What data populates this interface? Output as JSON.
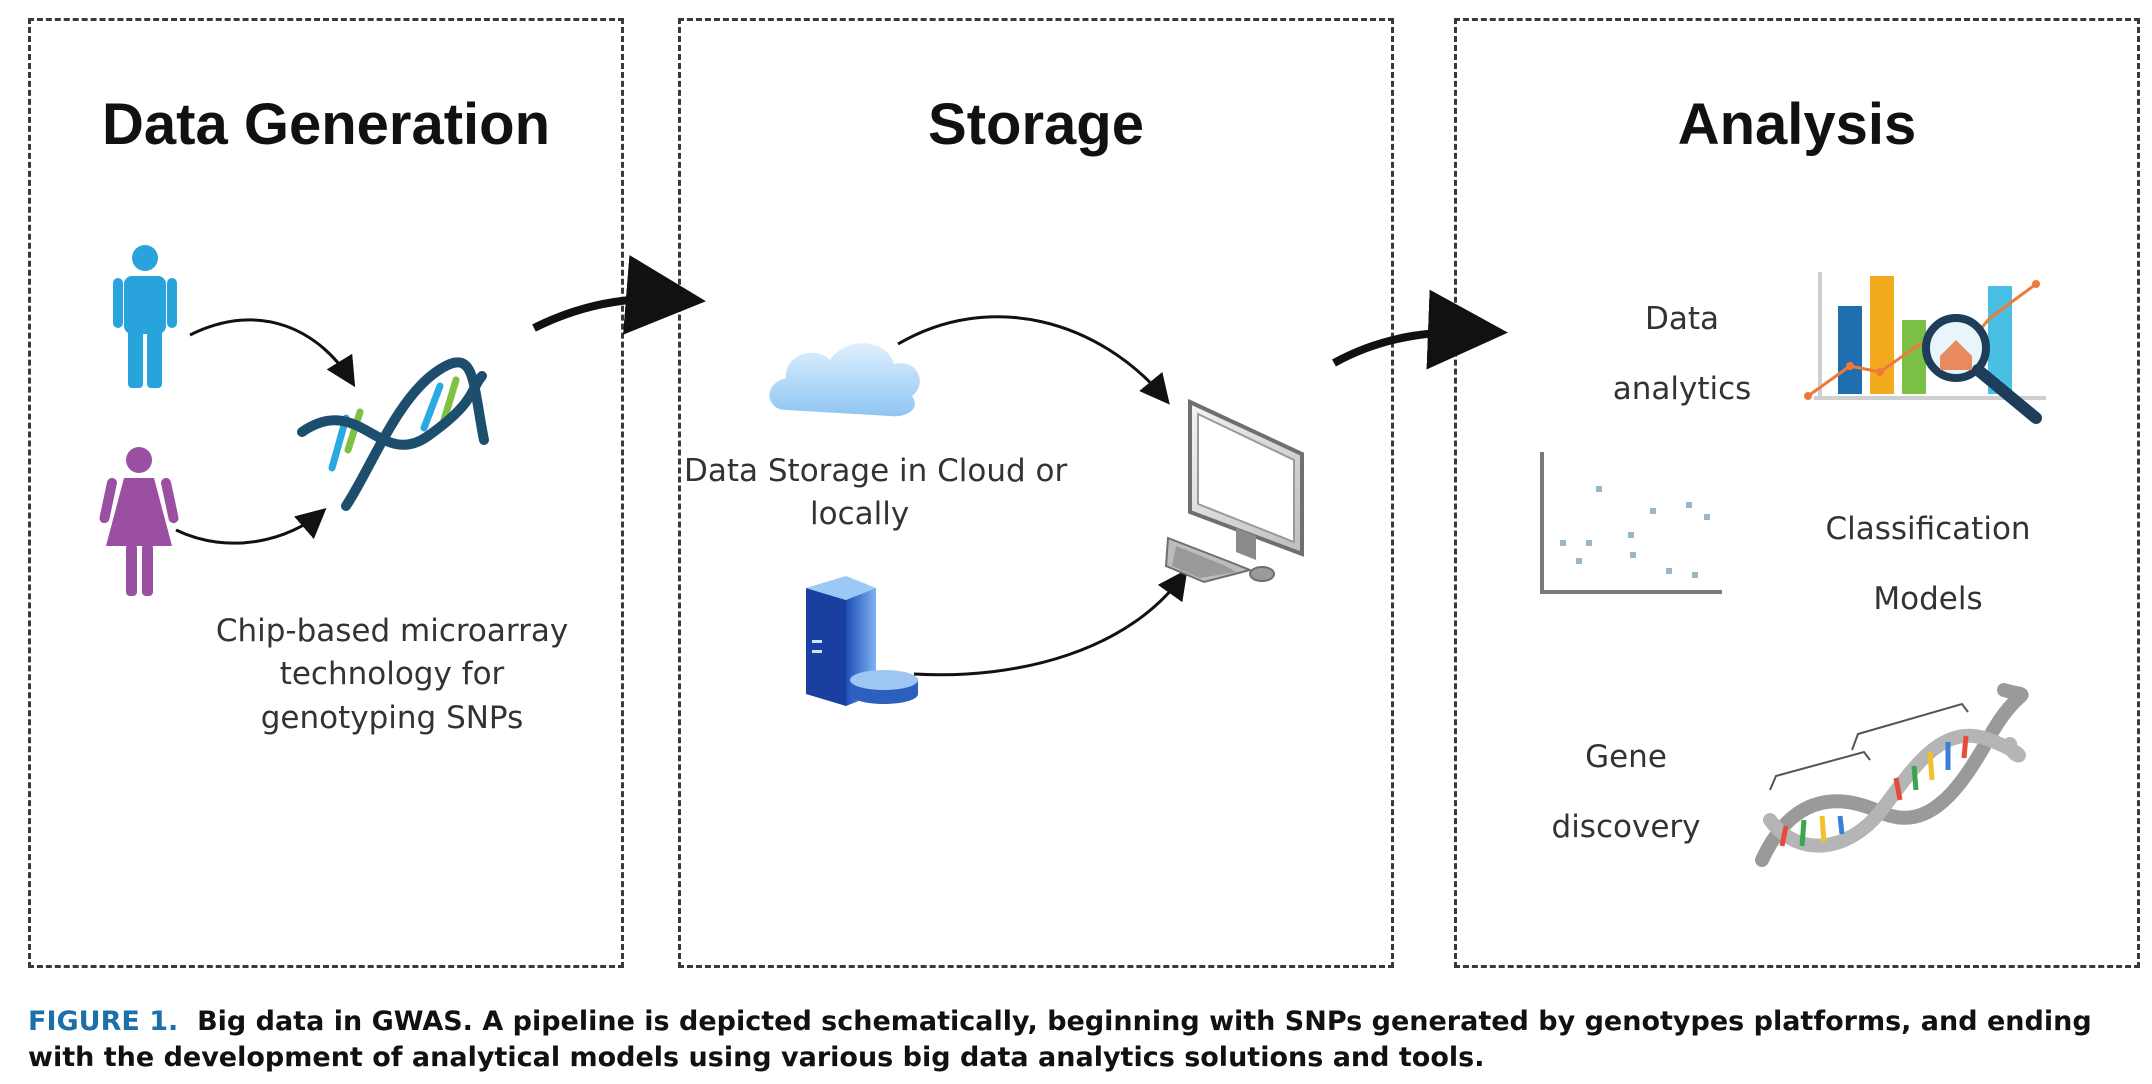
{
  "panels": {
    "generation": {
      "title": "Data Generation",
      "label_line1": "Chip-based microarray",
      "label_line2": "technology for",
      "label_line3": "genotyping SNPs"
    },
    "storage": {
      "title": "Storage",
      "label_line1": "Data Storage in Cloud or",
      "label_line2": "locally"
    },
    "analysis": {
      "title": "Analysis",
      "item1_line1": "Data",
      "item1_line2": "analytics",
      "item2_line1": "Classification",
      "item2_line2": "Models",
      "item3_line1": "Gene",
      "item3_line2": "discovery"
    }
  },
  "caption": {
    "figure_label": "FIGURE 1.",
    "text": "Big data in GWAS. A pipeline is depicted schematically, beginning with SNPs generated by genotypes platforms, and ending with the development of analytical models using various big data analytics solutions and tools."
  },
  "colors": {
    "male": "#29a3dc",
    "female": "#9b4fa3",
    "dna_strand": "#1e4e6e",
    "accent_blue": "#1c6fa8"
  },
  "icons": [
    "male-person-icon",
    "female-person-icon",
    "dna-icon",
    "cloud-icon",
    "server-database-icon",
    "computer-icon",
    "analytics-chart-icon",
    "scatter-plot-icon",
    "dna-helix-icon"
  ]
}
